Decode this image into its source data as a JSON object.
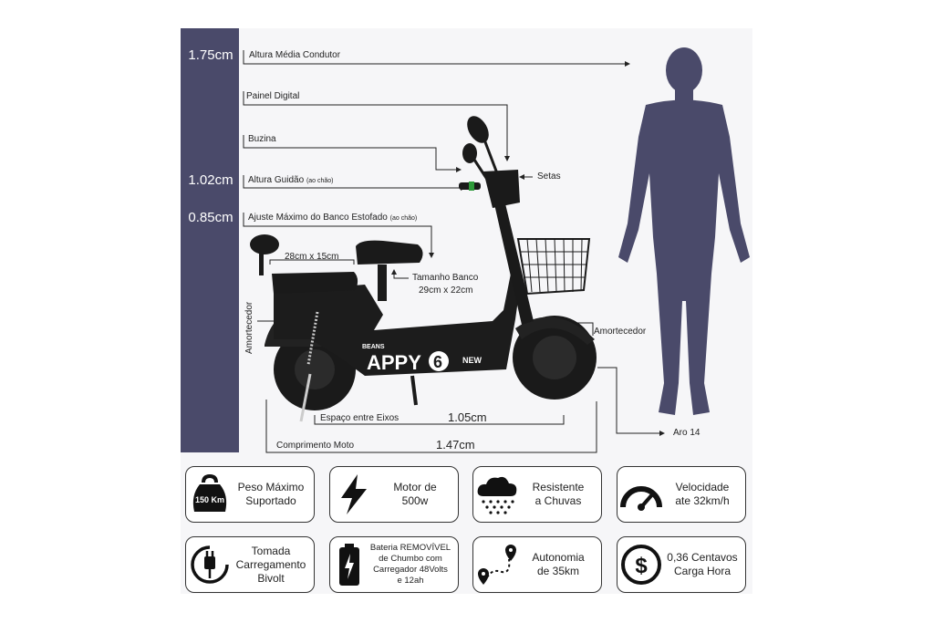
{
  "ruler": {
    "height_avg": "1.75cm",
    "handlebar": "1.02cm",
    "seat": "0.85cm"
  },
  "labels": {
    "altura_media": "Altura Média Condutor",
    "painel": "Painel Digital",
    "buzina": "Buzina",
    "altura_guidao": "Altura Guidão",
    "altura_guidao_note": "(ao chão)",
    "ajuste_banco": "Ajuste Máximo do Banco Estofado",
    "ajuste_banco_note": "(ao chão)",
    "setas": "Setas",
    "back_seat": "28cm x 15cm",
    "tamanho_banco": "Tamanho Banco",
    "tamanho_banco_size": "29cm x 22cm",
    "amortecedor_rear": "Amortecedor",
    "amortecedor_front": "Amortecedor",
    "eixos": "Espaço entre Eixos",
    "eixos_value": "1.05cm",
    "comprimento": "Comprimento Moto",
    "comprimento_value": "1.47cm",
    "aro": "Aro 14"
  },
  "scooter_badges": {
    "brand": "BEANS",
    "model": "APPY",
    "number": "6",
    "tag": "NEW"
  },
  "features": [
    {
      "icon": "weight-icon",
      "icon_text": "150 Km",
      "line1": "Peso Máximo",
      "line2": "Suportado"
    },
    {
      "icon": "lightning-icon",
      "line1": "Motor de",
      "line2": "500w"
    },
    {
      "icon": "rain-cloud-icon",
      "line1": "Resistente",
      "line2": "a Chuvas"
    },
    {
      "icon": "speedometer-icon",
      "line1": "Velocidade",
      "line2": "ate 32km/h"
    },
    {
      "icon": "plug-icon",
      "line1": "Tomada",
      "line2": "Carregamento",
      "line3": "Bivolt"
    },
    {
      "icon": "battery-icon",
      "line1": "Bateria REMOVÍVEL",
      "line2": "de Chumbo com",
      "line3": "Carregador 48Volts",
      "line4": "e 12ah"
    },
    {
      "icon": "route-pin-icon",
      "line1": "Autonomia",
      "line2": "de 35km"
    },
    {
      "icon": "dollar-coin-icon",
      "line1": "0,36 Centavos",
      "line2": "Carga Hora"
    }
  ]
}
